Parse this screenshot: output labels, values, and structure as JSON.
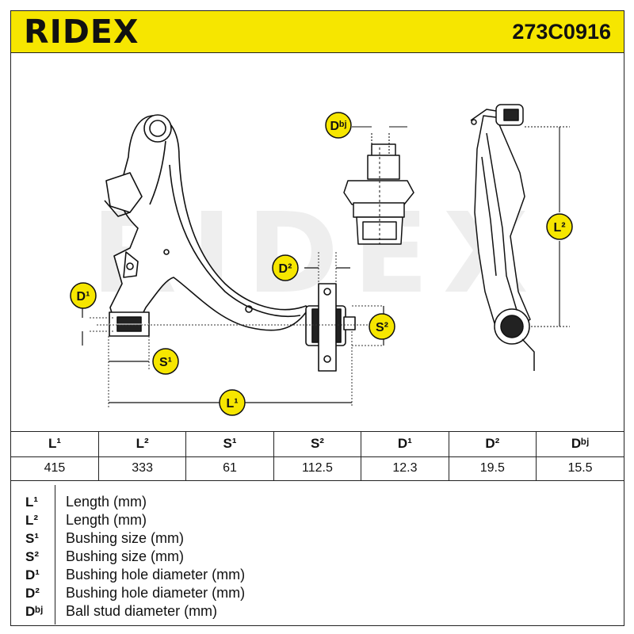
{
  "brand": {
    "logo_text": "RIDEX",
    "part_number": "273C0916"
  },
  "watermark": "RIDEX",
  "callouts": {
    "d1": "D¹",
    "d2": "D²",
    "dbj": "Dᵇʲ",
    "s1": "S¹",
    "s2": "S²",
    "l1": "L¹",
    "l2": "L²"
  },
  "specs": {
    "headers": [
      "L¹",
      "L²",
      "S¹",
      "S²",
      "D¹",
      "D²",
      "Dᵇʲ"
    ],
    "values": [
      "415",
      "333",
      "61",
      "112.5",
      "12.3",
      "19.5",
      "15.5"
    ]
  },
  "legend": [
    {
      "code": "L¹",
      "desc": "Length (mm)"
    },
    {
      "code": "L²",
      "desc": "Length (mm)"
    },
    {
      "code": "S¹",
      "desc": "Bushing size (mm)"
    },
    {
      "code": "S²",
      "desc": "Bushing size (mm)"
    },
    {
      "code": "D¹",
      "desc": "Bushing hole diameter (mm)"
    },
    {
      "code": "D²",
      "desc": "Bushing hole diameter (mm)"
    },
    {
      "code": "Dᵇʲ",
      "desc": "Ball stud diameter (mm)"
    }
  ],
  "colors": {
    "brand_yellow": "#f6e600",
    "callout_fill": "#f6e600",
    "outline": "#111111",
    "watermark": "#eeeeee"
  }
}
